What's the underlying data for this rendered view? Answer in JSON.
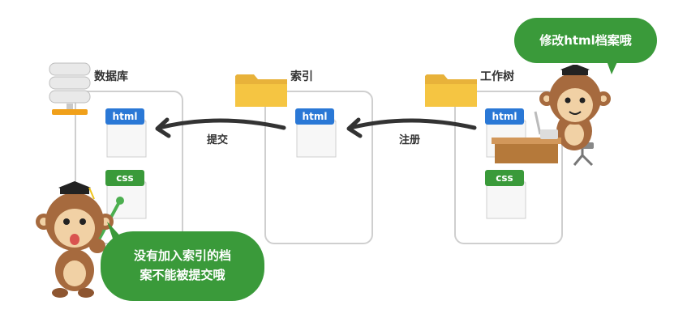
{
  "repository": {
    "label": "数据库"
  },
  "index": {
    "label": "索引"
  },
  "worktree": {
    "label": "工作树"
  },
  "arrows": {
    "commit_label": "提交",
    "register_label": "注册"
  },
  "files": {
    "html_label": "html",
    "css_label": "css"
  },
  "bubbles": {
    "top_right": "修改html档案哦",
    "bottom_left_line1": "没有加入索引的档",
    "bottom_left_line2": "案不能被提交哦"
  },
  "colors": {
    "html_tag": "#2a78d6",
    "css_tag": "#3a9a3a",
    "bubble": "#3a9a3a",
    "folder": "#f5c542",
    "panel_border": "#cfcfcf",
    "arrow": "#333333"
  }
}
